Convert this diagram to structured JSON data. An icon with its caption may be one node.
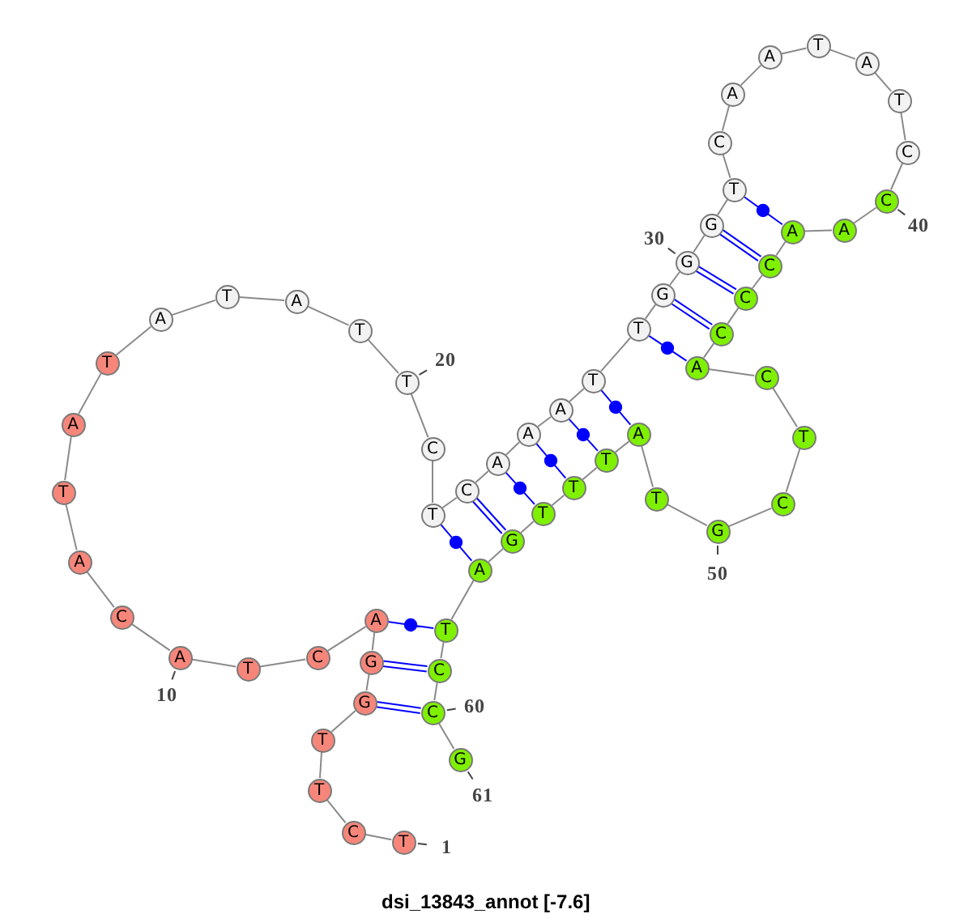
{
  "diagram": {
    "title": "dsi_13843_annot [-7.6]",
    "nodes": [
      {
        "text": [
          "T"
        ],
        "beside": [
          "1"
        ]
      },
      {
        "text": [
          "C"
        ]
      },
      {
        "text": [
          "T"
        ]
      },
      {
        "text": [
          "T"
        ]
      },
      {
        "text": [
          "G"
        ]
      },
      {
        "text": [
          "G"
        ]
      },
      {
        "text": [
          "A"
        ]
      },
      {
        "text": [
          "C"
        ]
      },
      {
        "text": [
          "T"
        ]
      },
      {
        "text": [
          "A"
        ],
        "beside": [
          "10"
        ]
      },
      {
        "text": [
          "C"
        ]
      },
      {
        "text": [
          "A"
        ]
      },
      {
        "text": [
          "T"
        ]
      },
      {
        "text": [
          "A"
        ]
      },
      {
        "text": [
          "T"
        ]
      },
      {
        "text": [
          "A"
        ]
      },
      {
        "text": [
          "T"
        ]
      },
      {
        "text": [
          "A"
        ]
      },
      {
        "text": [
          "T"
        ]
      },
      {
        "text": [
          "T"
        ],
        "beside": [
          "20"
        ]
      },
      {
        "text": [
          "C"
        ]
      },
      {
        "text": [
          "T"
        ]
      },
      {
        "text": [
          "C"
        ]
      },
      {
        "text": [
          "A"
        ]
      },
      {
        "text": [
          "A"
        ]
      },
      {
        "text": [
          "A"
        ]
      },
      {
        "text": [
          "T"
        ]
      },
      {
        "text": [
          "T"
        ]
      },
      {
        "text": [
          "G"
        ]
      },
      {
        "text": [
          "G"
        ],
        "beside": [
          "30"
        ]
      },
      {
        "text": [
          "G"
        ]
      },
      {
        "text": [
          "T"
        ]
      },
      {
        "text": [
          "C"
        ]
      },
      {
        "text": [
          "A"
        ]
      },
      {
        "text": [
          "A"
        ]
      },
      {
        "text": [
          "T"
        ]
      },
      {
        "text": [
          "A"
        ]
      },
      {
        "text": [
          "T"
        ]
      },
      {
        "text": [
          "C"
        ]
      },
      {
        "text": [
          "C"
        ],
        "beside": [
          "40"
        ]
      },
      {
        "text": [
          "A"
        ]
      },
      {
        "text": [
          "A"
        ]
      },
      {
        "text": [
          "C"
        ]
      },
      {
        "text": [
          "C"
        ]
      },
      {
        "text": [
          "C"
        ]
      },
      {
        "text": [
          "A"
        ]
      },
      {
        "text": [
          "C"
        ]
      },
      {
        "text": [
          "T"
        ]
      },
      {
        "text": [
          "C"
        ]
      },
      {
        "text": [
          "G"
        ],
        "beside": [
          "50"
        ]
      },
      {
        "text": [
          "T"
        ]
      },
      {
        "text": [
          "A"
        ]
      },
      {
        "text": [
          "T"
        ]
      },
      {
        "text": [
          "T"
        ]
      },
      {
        "text": [
          "T"
        ]
      },
      {
        "text": [
          "G"
        ]
      },
      {
        "text": [
          "A"
        ]
      },
      {
        "text": [
          "T"
        ]
      },
      {
        "text": [
          "C"
        ]
      },
      {
        "text": [
          "C"
        ],
        "beside": [
          "60"
        ]
      },
      {
        "text": [
          "G"
        ],
        "beside": [
          "61"
        ]
      }
    ],
    "edges": [
      {
        "from": 0,
        "to": 1,
        "arrow": "none"
      },
      {
        "from": 1,
        "to": 2,
        "arrow": "none"
      },
      {
        "from": 2,
        "to": 3,
        "arrow": "none"
      },
      {
        "from": 3,
        "to": 4,
        "arrow": "none"
      },
      {
        "from": 4,
        "to": 5,
        "arrow": "none"
      },
      {
        "from": 5,
        "to": 6,
        "arrow": "none"
      },
      {
        "from": 6,
        "to": 7,
        "arrow": "none"
      },
      {
        "from": 7,
        "to": 8,
        "arrow": "none"
      },
      {
        "from": 8,
        "to": 9,
        "arrow": "none"
      },
      {
        "from": 9,
        "to": 10,
        "arrow": "none"
      },
      {
        "from": 10,
        "to": 11,
        "arrow": "none"
      },
      {
        "from": 11,
        "to": 12,
        "arrow": "none"
      },
      {
        "from": 12,
        "to": 13,
        "arrow": "none"
      },
      {
        "from": 13,
        "to": 14,
        "arrow": "none"
      },
      {
        "from": 14,
        "to": 15,
        "arrow": "none"
      },
      {
        "from": 15,
        "to": 16,
        "arrow": "none"
      },
      {
        "from": 16,
        "to": 17,
        "arrow": "none"
      },
      {
        "from": 17,
        "to": 18,
        "arrow": "none"
      },
      {
        "from": 18,
        "to": 19,
        "arrow": "none"
      },
      {
        "from": 19,
        "to": 20,
        "arrow": "none"
      },
      {
        "from": 20,
        "to": 21,
        "arrow": "none"
      },
      {
        "from": 21,
        "to": 22,
        "arrow": "none"
      },
      {
        "from": 22,
        "to": 23,
        "arrow": "none"
      },
      {
        "from": 23,
        "to": 24,
        "arrow": "none"
      },
      {
        "from": 24,
        "to": 25,
        "arrow": "none"
      },
      {
        "from": 25,
        "to": 26,
        "arrow": "none"
      },
      {
        "from": 26,
        "to": 27,
        "arrow": "none"
      },
      {
        "from": 27,
        "to": 28,
        "arrow": "none"
      },
      {
        "from": 28,
        "to": 29,
        "arrow": "none"
      },
      {
        "from": 29,
        "to": 30,
        "arrow": "none"
      },
      {
        "from": 30,
        "to": 31,
        "arrow": "none"
      },
      {
        "from": 31,
        "to": 32,
        "arrow": "none"
      },
      {
        "from": 32,
        "to": 33,
        "arrow": "none"
      },
      {
        "from": 33,
        "to": 34,
        "arrow": "none"
      },
      {
        "from": 34,
        "to": 35,
        "arrow": "none"
      },
      {
        "from": 35,
        "to": 36,
        "arrow": "none"
      },
      {
        "from": 36,
        "to": 37,
        "arrow": "none"
      },
      {
        "from": 37,
        "to": 38,
        "arrow": "none"
      },
      {
        "from": 38,
        "to": 39,
        "arrow": "none"
      },
      {
        "from": 39,
        "to": 40,
        "arrow": "none"
      },
      {
        "from": 40,
        "to": 41,
        "arrow": "none"
      },
      {
        "from": 41,
        "to": 42,
        "arrow": "none"
      },
      {
        "from": 42,
        "to": 43,
        "arrow": "none"
      },
      {
        "from": 43,
        "to": 44,
        "arrow": "none"
      },
      {
        "from": 44,
        "to": 45,
        "arrow": "none"
      },
      {
        "from": 45,
        "to": 46,
        "arrow": "none"
      },
      {
        "from": 46,
        "to": 47,
        "arrow": "none"
      },
      {
        "from": 47,
        "to": 48,
        "arrow": "none"
      },
      {
        "from": 48,
        "to": 49,
        "arrow": "none"
      },
      {
        "from": 49,
        "to": 50,
        "arrow": "none"
      },
      {
        "from": 50,
        "to": 51,
        "arrow": "none"
      },
      {
        "from": 51,
        "to": 52,
        "arrow": "none"
      },
      {
        "from": 52,
        "to": 53,
        "arrow": "none"
      },
      {
        "from": 53,
        "to": 54,
        "arrow": "none"
      },
      {
        "from": 54,
        "to": 55,
        "arrow": "none"
      },
      {
        "from": 55,
        "to": 56,
        "arrow": "none"
      },
      {
        "from": 56,
        "to": 57,
        "arrow": "none"
      },
      {
        "from": 57,
        "to": 58,
        "arrow": "none"
      },
      {
        "from": 58,
        "to": 59,
        "arrow": "none"
      },
      {
        "from": 59,
        "to": 60,
        "arrow": "none"
      },
      {
        "from": 4,
        "to": 59,
        "arrow": "none",
        "color": "#0000ff"
      },
      {
        "from": 5,
        "to": 58,
        "arrow": "none",
        "color": "#0000ff"
      },
      {
        "from": 6,
        "to": 57,
        "arrow": "none",
        "color": "#0000ff"
      },
      {
        "from": 21,
        "to": 56,
        "arrow": "none",
        "color": "#0000ff"
      },
      {
        "from": 22,
        "to": 55,
        "arrow": "none",
        "color": "#0000ff"
      },
      {
        "from": 23,
        "to": 54,
        "arrow": "none",
        "color": "#0000ff"
      },
      {
        "from": 24,
        "to": 53,
        "arrow": "none",
        "color": "#0000ff"
      },
      {
        "from": 25,
        "to": 52,
        "arrow": "none",
        "color": "#0000ff"
      },
      {
        "from": 26,
        "to": 51,
        "arrow": "none",
        "color": "#0000ff"
      },
      {
        "from": 27,
        "to": 45,
        "arrow": "none",
        "color": "#0000ff"
      },
      {
        "from": 28,
        "to": 44,
        "arrow": "none",
        "color": "#0000ff"
      },
      {
        "from": 29,
        "to": 43,
        "arrow": "none",
        "color": "#0000ff"
      },
      {
        "from": 30,
        "to": 42,
        "arrow": "none",
        "color": "#0000ff"
      },
      {
        "from": 31,
        "to": 41,
        "arrow": "none",
        "color": "#0000ff"
      }
    ]
  }
}
